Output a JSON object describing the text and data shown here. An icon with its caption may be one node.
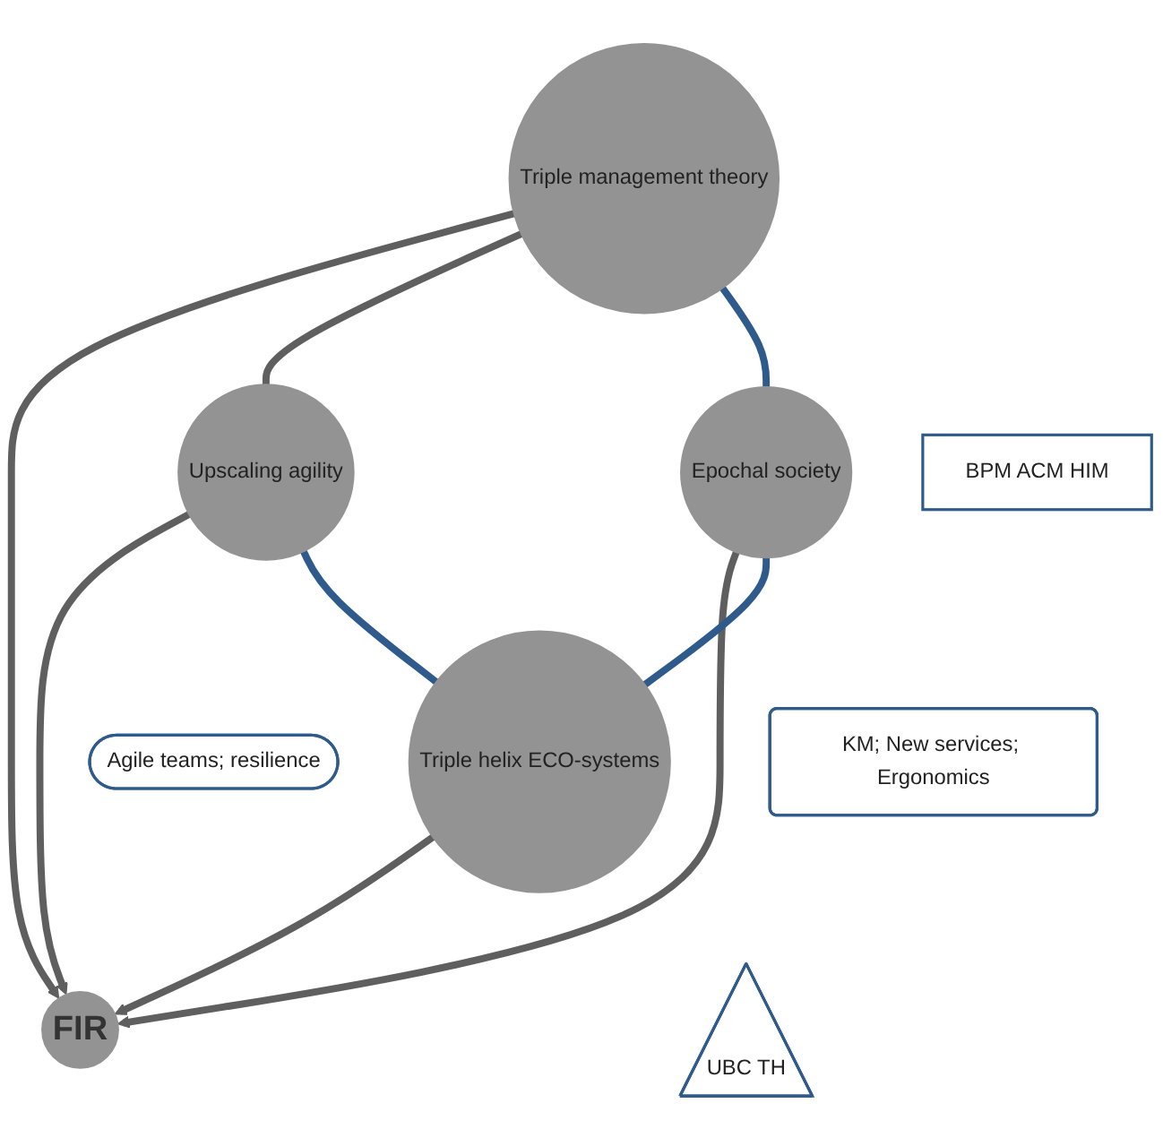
{
  "diagram": {
    "nodes": [
      {
        "text": [
          "Triple management theory"
        ]
      },
      {
        "text": [
          "BPM ACM HIM"
        ]
      },
      {
        "text": [
          "Upscaling agility"
        ]
      },
      {
        "text": [
          "Agile teams; resilience"
        ]
      },
      {
        "text": [
          "FIR"
        ]
      },
      {
        "text": [
          "Epochal society"
        ]
      },
      {
        "text": [
          "KM; New services; Ergonomics"
        ]
      },
      {
        "text": [
          "Triple helix ECO-systems"
        ]
      },
      {
        "text": [
          "UBC TH"
        ]
      }
    ],
    "edges": [
      {
        "from": 0,
        "to": 4,
        "arrow": "to"
      },
      {
        "from": 2,
        "to": 4,
        "arrow": "to"
      },
      {
        "from": 5,
        "to": 4,
        "arrow": "to"
      },
      {
        "from": 7,
        "to": 4,
        "arrow": "to"
      },
      {
        "from": 0,
        "to": 2,
        "arrow": "none"
      },
      {
        "from": 0,
        "to": 5,
        "arrow": "none",
        "color": "#2e5a8c"
      },
      {
        "from": 5,
        "to": 7,
        "arrow": "none",
        "color": "#2e5a8c"
      },
      {
        "from": 7,
        "to": 2,
        "arrow": "none",
        "color": "#2e5a8c"
      }
    ]
  }
}
